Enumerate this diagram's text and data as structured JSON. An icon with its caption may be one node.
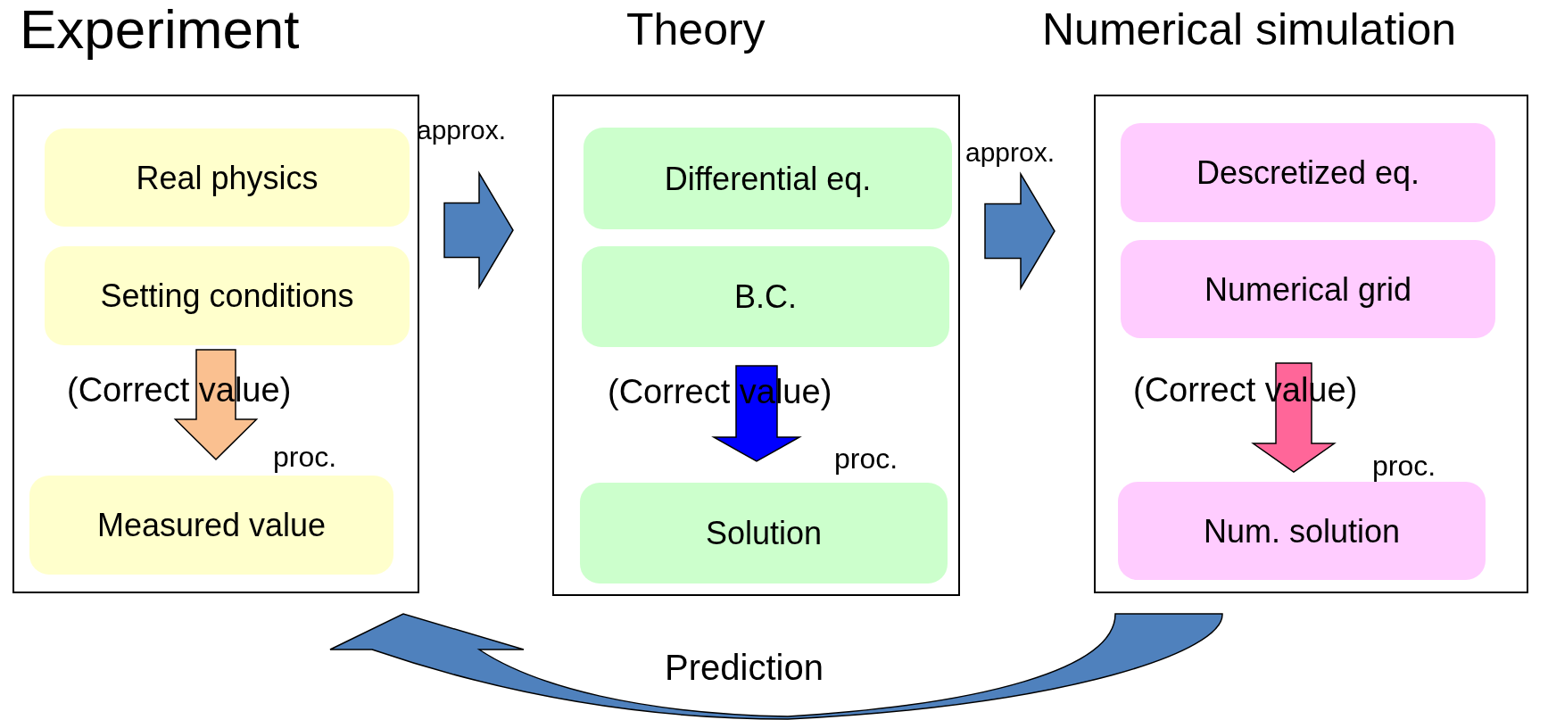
{
  "diagram": {
    "nodes": [
      {
        "text": [
          "Experiment"
        ]
      },
      {
        "text": [
          "Real physics"
        ],
        "in": 0
      },
      {
        "text": [
          "Setting conditions"
        ],
        "in": 0
      },
      {
        "text": [
          "Measured value"
        ],
        "in": 0
      },
      {
        "text": [
          "Theory"
        ]
      },
      {
        "text": [
          "Differential eq."
        ],
        "in": 4
      },
      {
        "text": [
          "B.C."
        ],
        "in": 4
      },
      {
        "text": [
          "Solution"
        ],
        "in": 4
      },
      {
        "text": [
          "Numerical simulation"
        ]
      },
      {
        "text": [
          "Descretized eq."
        ],
        "in": 8
      },
      {
        "text": [
          "Numerical grid"
        ],
        "in": 8
      },
      {
        "text": [
          "Num. solution"
        ],
        "in": 8
      }
    ],
    "edges": [
      {
        "from": 0,
        "to": 4,
        "arrow": "to",
        "label": "approx.",
        "style": "thick"
      },
      {
        "from": 4,
        "to": 8,
        "arrow": "to",
        "label": "approx.",
        "style": "thick"
      },
      {
        "from": 2,
        "to": 3,
        "arrow": "to",
        "label": "(Correct value)",
        "style": "thick",
        "color": "#fac090"
      },
      {
        "from": 6,
        "to": 7,
        "arrow": "to",
        "label": "(Correct value)",
        "style": "thick",
        "color": "#0000ff"
      },
      {
        "from": 10,
        "to": 11,
        "arrow": "to",
        "label": "(Correct value)",
        "style": "thick",
        "color": "#ff6699"
      },
      {
        "from": 8,
        "to": 0,
        "arrow": "to",
        "label": "Prediction",
        "style": "thick"
      }
    ],
    "labels": [
      "proc.",
      "proc.",
      "proc."
    ]
  }
}
